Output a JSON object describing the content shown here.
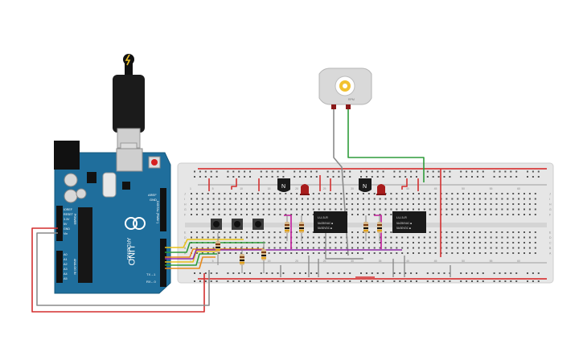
{
  "colors": {
    "arduino_board": "#1f6e9c",
    "breadboard": "#e9e9e9",
    "rail_red": "#d61f1f",
    "wire_red": "#d32f2f",
    "wire_gray": "#8a8a8a",
    "wire_green": "#2e9c3a",
    "wire_yellow": "#e8c21a",
    "wire_orange": "#e88a1a",
    "wire_purple": "#8e2aa8",
    "wire_magenta": "#c2189a",
    "led_red": "#a81c1c",
    "relay_black": "#1a1a1a",
    "motor_body": "#d8d8d8",
    "motor_hub": "#f2c230"
  },
  "arduino": {
    "brand": "ARDUINO",
    "model": "UNO",
    "labels": {
      "aref": "AREF",
      "gnd": "GND",
      "digital": "DIGITAL (PWM~)",
      "power": "POWER",
      "analog_in": "ANALOG IN",
      "ioref": "IOREF",
      "reset": "RESET",
      "v33": "3.3V",
      "v5": "5V",
      "gnd_power": "GND",
      "vin": "Vin",
      "tx": "TX→1",
      "rx": "RX←0",
      "a0": "A0",
      "a1": "A1",
      "a2": "A2",
      "a3": "A3",
      "a4": "A4",
      "a5": "A5"
    }
  },
  "relays": [
    {
      "line1": "LU-5-R",
      "line2": "5A/250VAC  ■",
      "line3": "5A/30VDC  ■"
    },
    {
      "line1": "LU-5-R",
      "line2": "5A/250VAC  ■",
      "line3": "5A/30VDC  ■"
    }
  ],
  "transistor_label": "N",
  "motor_label": "RPM",
  "breadboard_col_labels": [
    "1",
    "5",
    "10",
    "15",
    "20",
    "25",
    "30",
    "35",
    "40",
    "45",
    "50",
    "55",
    "60"
  ],
  "breadboard_row_labels_top": [
    "J",
    "I",
    "H",
    "G",
    "F"
  ],
  "breadboard_row_labels_bottom": [
    "E",
    "D",
    "C",
    "B",
    "A"
  ]
}
